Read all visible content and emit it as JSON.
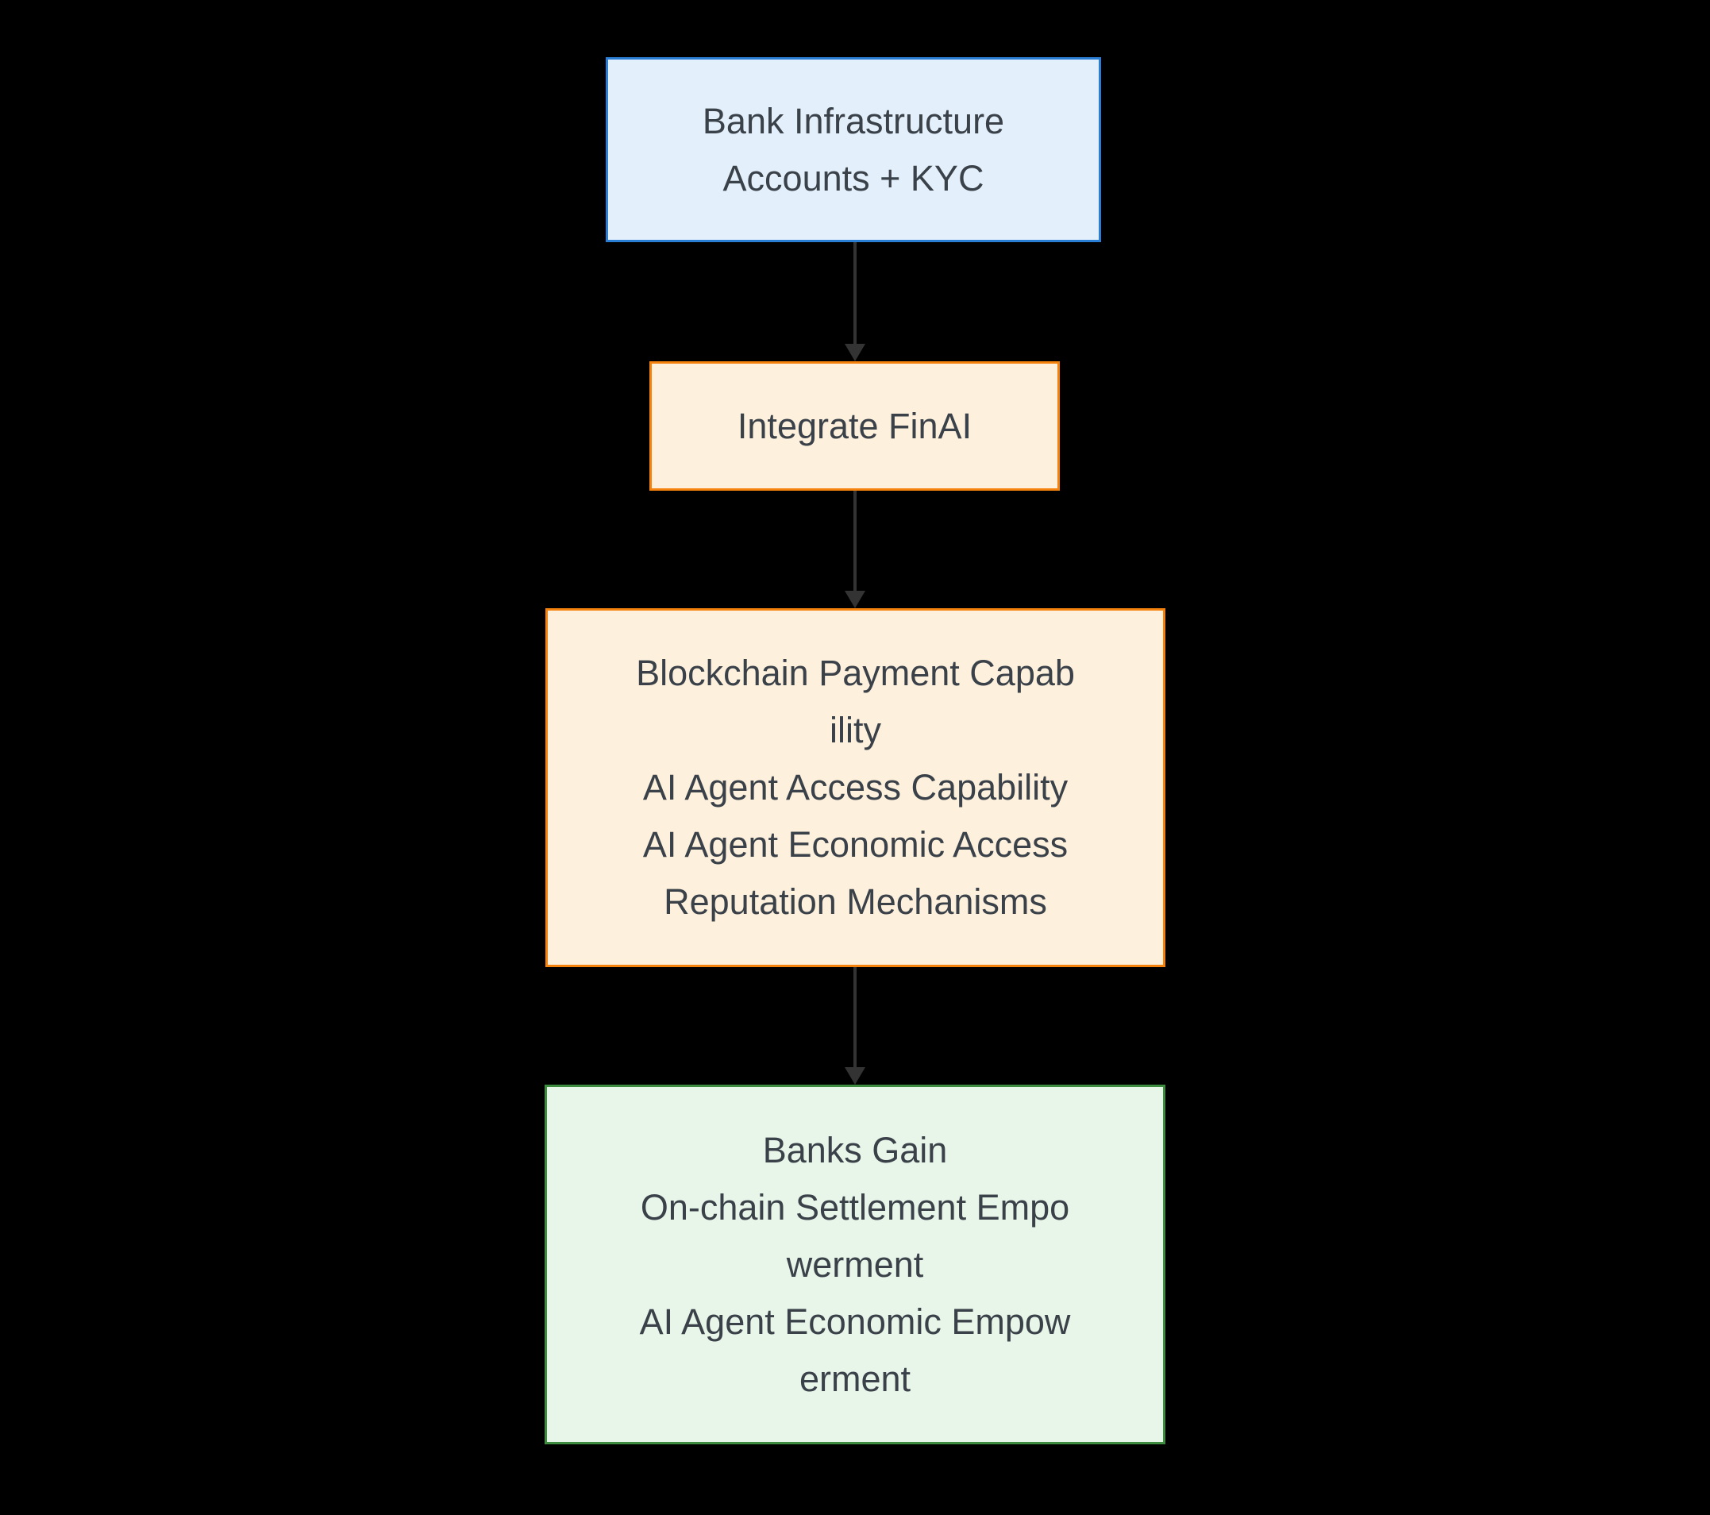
{
  "diagram": {
    "type": "flowchart-top-down",
    "background_color": "#000000",
    "text_color": "#3a4149",
    "arrow_color": "#333333",
    "nodes": [
      {
        "id": "bank-infrastructure",
        "fill": "#e3f0fb",
        "border": "#2a7fd4",
        "lines": [
          "Bank Infrastructure",
          "Accounts + KYC"
        ]
      },
      {
        "id": "integrate-finai",
        "fill": "#fdf0dc",
        "border": "#f5820d",
        "lines": [
          "Integrate FinAI"
        ]
      },
      {
        "id": "blockchain-capabilities",
        "fill": "#fdf0dc",
        "border": "#f5820d",
        "lines": [
          "Blockchain Payment Capab",
          "ility",
          "AI Agent Access Capability",
          "AI Agent Economic Access",
          "Reputation Mechanisms"
        ]
      },
      {
        "id": "banks-gain",
        "fill": "#e8f5e9",
        "border": "#3d8c40",
        "lines": [
          "Banks Gain",
          "On-chain Settlement Empo",
          "werment",
          "AI Agent Economic Empow",
          "erment"
        ]
      }
    ],
    "edges": [
      {
        "from": "bank-infrastructure",
        "to": "integrate-finai"
      },
      {
        "from": "integrate-finai",
        "to": "blockchain-capabilities"
      },
      {
        "from": "blockchain-capabilities",
        "to": "banks-gain"
      }
    ]
  }
}
